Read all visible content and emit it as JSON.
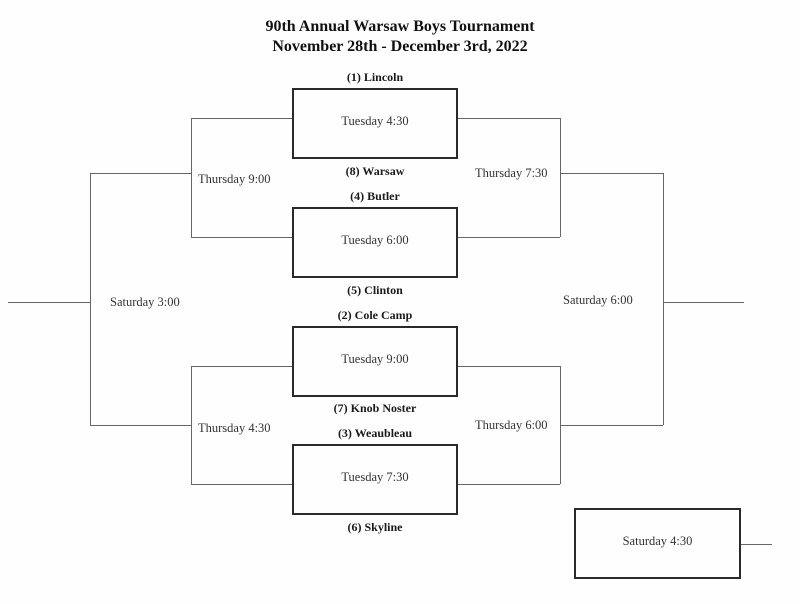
{
  "header": {
    "title": "90th Annual Warsaw Boys Tournament",
    "dates": "November 28th - December 3rd, 2022"
  },
  "first_round": [
    {
      "top_team": "(1)  Lincoln",
      "bottom_team": "(8)  Warsaw",
      "time": "Tuesday 4:30"
    },
    {
      "top_team": "(4)  Butler",
      "bottom_team": "(5)  Clinton",
      "time": "Tuesday 6:00"
    },
    {
      "top_team": "(2)  Cole Camp",
      "bottom_team": "(7)  Knob Noster",
      "time": "Tuesday 9:00"
    },
    {
      "top_team": "(3)  Weaubleau",
      "bottom_team": "(6)  Skyline",
      "time": "Tuesday 7:30"
    }
  ],
  "semifinals": {
    "left_top": "Thursday 9:00",
    "left_bottom": "Thursday 4:30",
    "right_top": "Thursday 7:30",
    "right_bottom": "Thursday 6:00"
  },
  "finals": {
    "left": "Saturday 3:00",
    "right": "Saturday 6:00",
    "extra_game": "Saturday 4:30"
  }
}
